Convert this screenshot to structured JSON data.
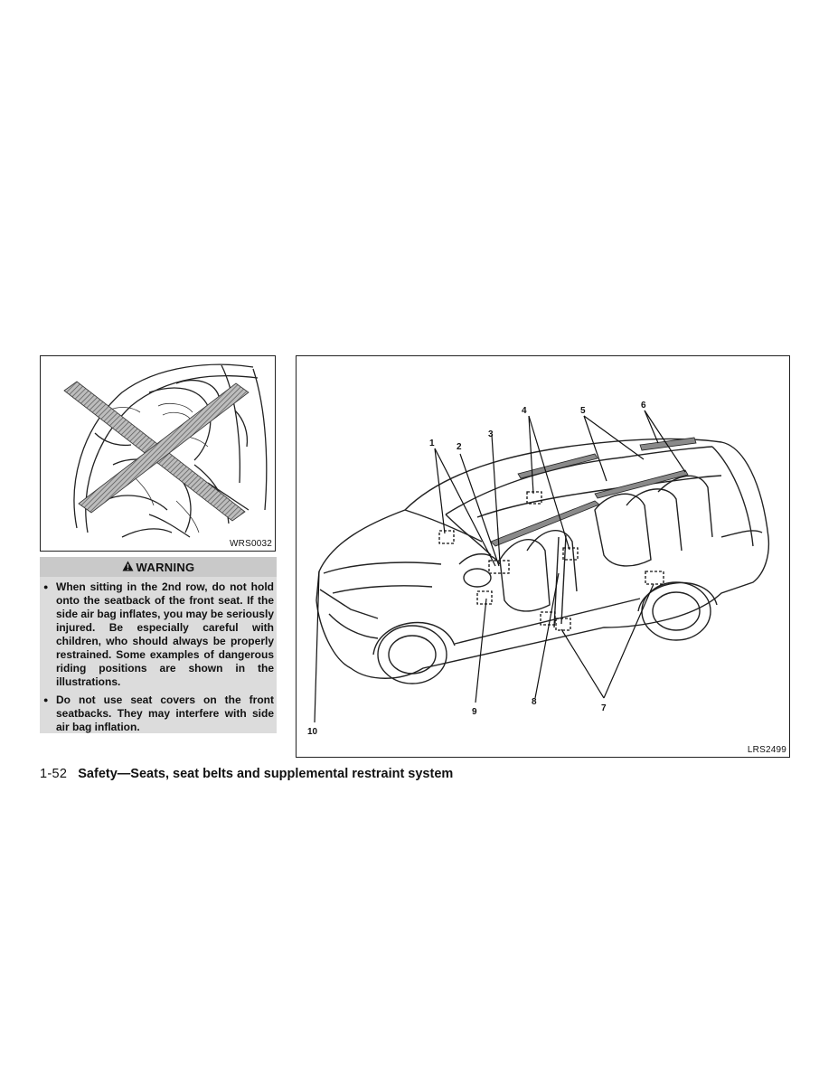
{
  "figure_left": {
    "code": "WRS0032"
  },
  "warning": {
    "title": "WARNING",
    "items": [
      "When sitting in the 2nd row, do not hold onto the seatback of the front seat. If the side air bag inflates, you may be seriously injured. Be especially careful with children, who should always be properly restrained. Some examples of dangerous riding positions are shown in the illustrations.",
      "Do not use seat covers on the front seatbacks. They may interfere with side air bag inflation."
    ]
  },
  "figure_right": {
    "code": "LRS2499",
    "callouts": [
      "1",
      "2",
      "3",
      "4",
      "5",
      "6",
      "7",
      "8",
      "9",
      "10"
    ]
  },
  "footer": {
    "page_number": "1-52",
    "section_title": "Safety—Seats, seat belts and supplemental restraint system"
  }
}
